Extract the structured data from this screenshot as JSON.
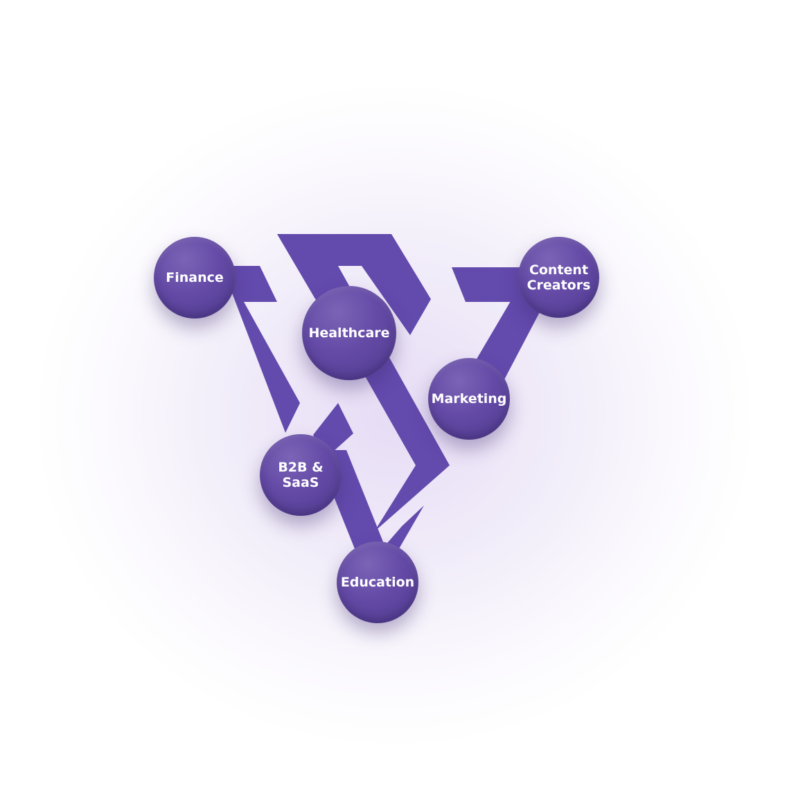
{
  "colors": {
    "logo": "#634aad",
    "node_light": "#7b64b6",
    "node_dark": "#4f3b8e",
    "text": "#ffffff",
    "glow": "#e6dcf5"
  },
  "nodes": [
    {
      "id": "finance",
      "label": "Finance"
    },
    {
      "id": "healthcare",
      "label": "Healthcare"
    },
    {
      "id": "content-creators",
      "label": "Content\nCreators"
    },
    {
      "id": "marketing",
      "label": "Marketing"
    },
    {
      "id": "b2b-saas",
      "label": "B2B &\nSaaS"
    },
    {
      "id": "education",
      "label": "Education"
    }
  ]
}
